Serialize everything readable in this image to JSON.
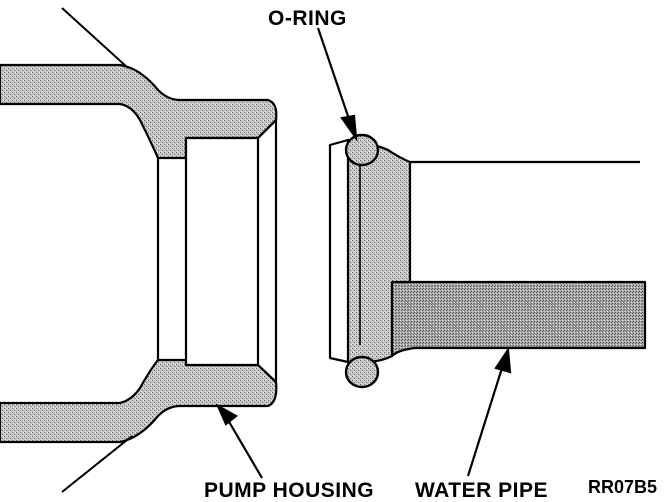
{
  "labels": {
    "o_ring": "O-RING",
    "pump_housing": "PUMP HOUSING",
    "water_pipe": "WATER PIPE",
    "figure_code": "RR07B5"
  },
  "colors": {
    "ink": "#000000",
    "shade": "#b8b8b8",
    "background": "#ffffff"
  }
}
